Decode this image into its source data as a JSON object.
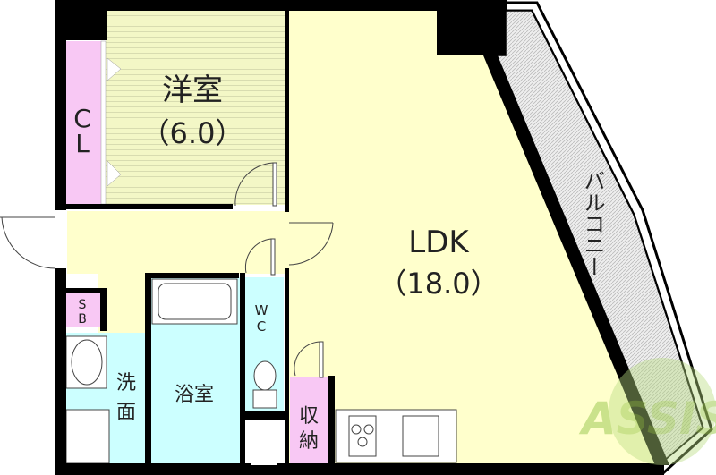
{
  "rooms": {
    "western_room": {
      "name": "洋室",
      "size": "（6.0）",
      "color": "#f3f7c6"
    },
    "closet": {
      "name_line1": "C",
      "name_line2": "L",
      "color": "#f8c8f4"
    },
    "ldk": {
      "name": "LDK",
      "size": "（18.0）",
      "color": "#ffffcc"
    },
    "balcony": {
      "name": "バルコニー"
    },
    "shoe_box": {
      "name_line1": "S",
      "name_line2": "B",
      "color": "#f8c8f4"
    },
    "washroom": {
      "name_line1": "洗",
      "name_line2": "面",
      "color": "#ccffff"
    },
    "bathroom": {
      "name": "浴室",
      "color": "#ccffff"
    },
    "toilet": {
      "name_line1": "W",
      "name_line2": "C",
      "color": "#ccffff"
    },
    "storage": {
      "name_line1": "収",
      "name_line2": "納",
      "color": "#f8c8f4"
    }
  },
  "watermark": {
    "text": "ASSIST",
    "color": "#a8d060"
  },
  "colors": {
    "wall": "#000000",
    "hallway": "#ffffcc"
  }
}
